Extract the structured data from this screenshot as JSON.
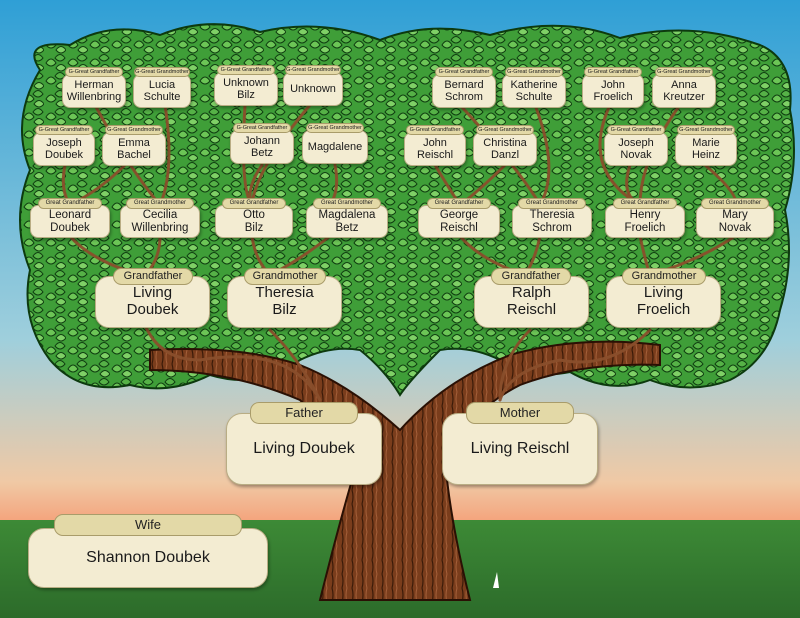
{
  "colors": {
    "sky_top": "#3aa9d8",
    "sky_mid": "#a8cfd6",
    "sky_bottom": "#f5a27a",
    "grass": "#3f8a3a",
    "leaf": "#44a83d",
    "trunk": "#7a3d1c",
    "card": "#f3ecd2",
    "tag": "#e3d9a7"
  },
  "labels": {
    "father": "Father",
    "mother": "Mother",
    "wife": "Wife",
    "grandfather": "Grandfather",
    "grandmother": "Grandmother",
    "great_grandfather": "Great Grandfather",
    "great_grandmother": "Great Grandmother",
    "gg_grandfather": "G-Great Grandfather",
    "gg_grandmother": "G-Great Grandmother"
  },
  "self": {
    "relation": "Wife",
    "name": "Shannon Doubek"
  },
  "parents": {
    "father": {
      "relation": "Father",
      "name": "Living Doubek"
    },
    "mother": {
      "relation": "Mother",
      "name": "Living Reischl"
    }
  },
  "grandparents": [
    {
      "relation": "Grandfather",
      "name": "Living\nDoubek"
    },
    {
      "relation": "Grandmother",
      "name": "Theresia\nBilz"
    },
    {
      "relation": "Grandfather",
      "name": "Ralph\nReischl"
    },
    {
      "relation": "Grandmother",
      "name": "Living\nFroelich"
    }
  ],
  "great_grandparents": [
    {
      "relation": "Great Grandfather",
      "name": "Leonard\nDoubek"
    },
    {
      "relation": "Great Grandmother",
      "name": "Cecilia\nWillenbring"
    },
    {
      "relation": "Great Grandfather",
      "name": "Otto\nBilz"
    },
    {
      "relation": "Great Grandmother",
      "name": "Magdalena\nBetz"
    },
    {
      "relation": "Great Grandfather",
      "name": "George\nReischl"
    },
    {
      "relation": "Great Grandmother",
      "name": "Theresia\nSchrom"
    },
    {
      "relation": "Great Grandfather",
      "name": "Henry\nFroelich"
    },
    {
      "relation": "Great Grandmother",
      "name": "Mary\nNovak"
    }
  ],
  "gg_grandparents_lower": [
    {
      "relation": "G-Great Grandfather",
      "name": "Joseph\nDoubek"
    },
    {
      "relation": "G-Great Grandmother",
      "name": "Emma\nBachel"
    },
    {
      "relation": "G-Great Grandfather",
      "name": "Johann\nBetz"
    },
    {
      "relation": "G-Great Grandmother",
      "name": "Magdalene"
    },
    {
      "relation": "G-Great Grandfather",
      "name": "John\nReischl"
    },
    {
      "relation": "G-Great Grandmother",
      "name": "Christina\nDanzl"
    },
    {
      "relation": "G-Great Grandfather",
      "name": "Joseph\nNovak"
    },
    {
      "relation": "G-Great Grandmother",
      "name": "Marie\nHeinz"
    }
  ],
  "gg_grandparents_upper": [
    {
      "relation": "G-Great Grandfather",
      "name": "Herman\nWillenbring"
    },
    {
      "relation": "G-Great Grandmother",
      "name": "Lucia\nSchulte"
    },
    {
      "relation": "G-Great Grandfather",
      "name": "Unknown\nBilz"
    },
    {
      "relation": "G-Great Grandmother",
      "name": "Unknown"
    },
    {
      "relation": "G-Great Grandfather",
      "name": "Bernard\nSchrom"
    },
    {
      "relation": "G-Great Grandmother",
      "name": "Katherine\nSchulte"
    },
    {
      "relation": "G-Great Grandfather",
      "name": "John\nFroelich"
    },
    {
      "relation": "G-Great Grandmother",
      "name": "Anna\nKreutzer"
    }
  ]
}
